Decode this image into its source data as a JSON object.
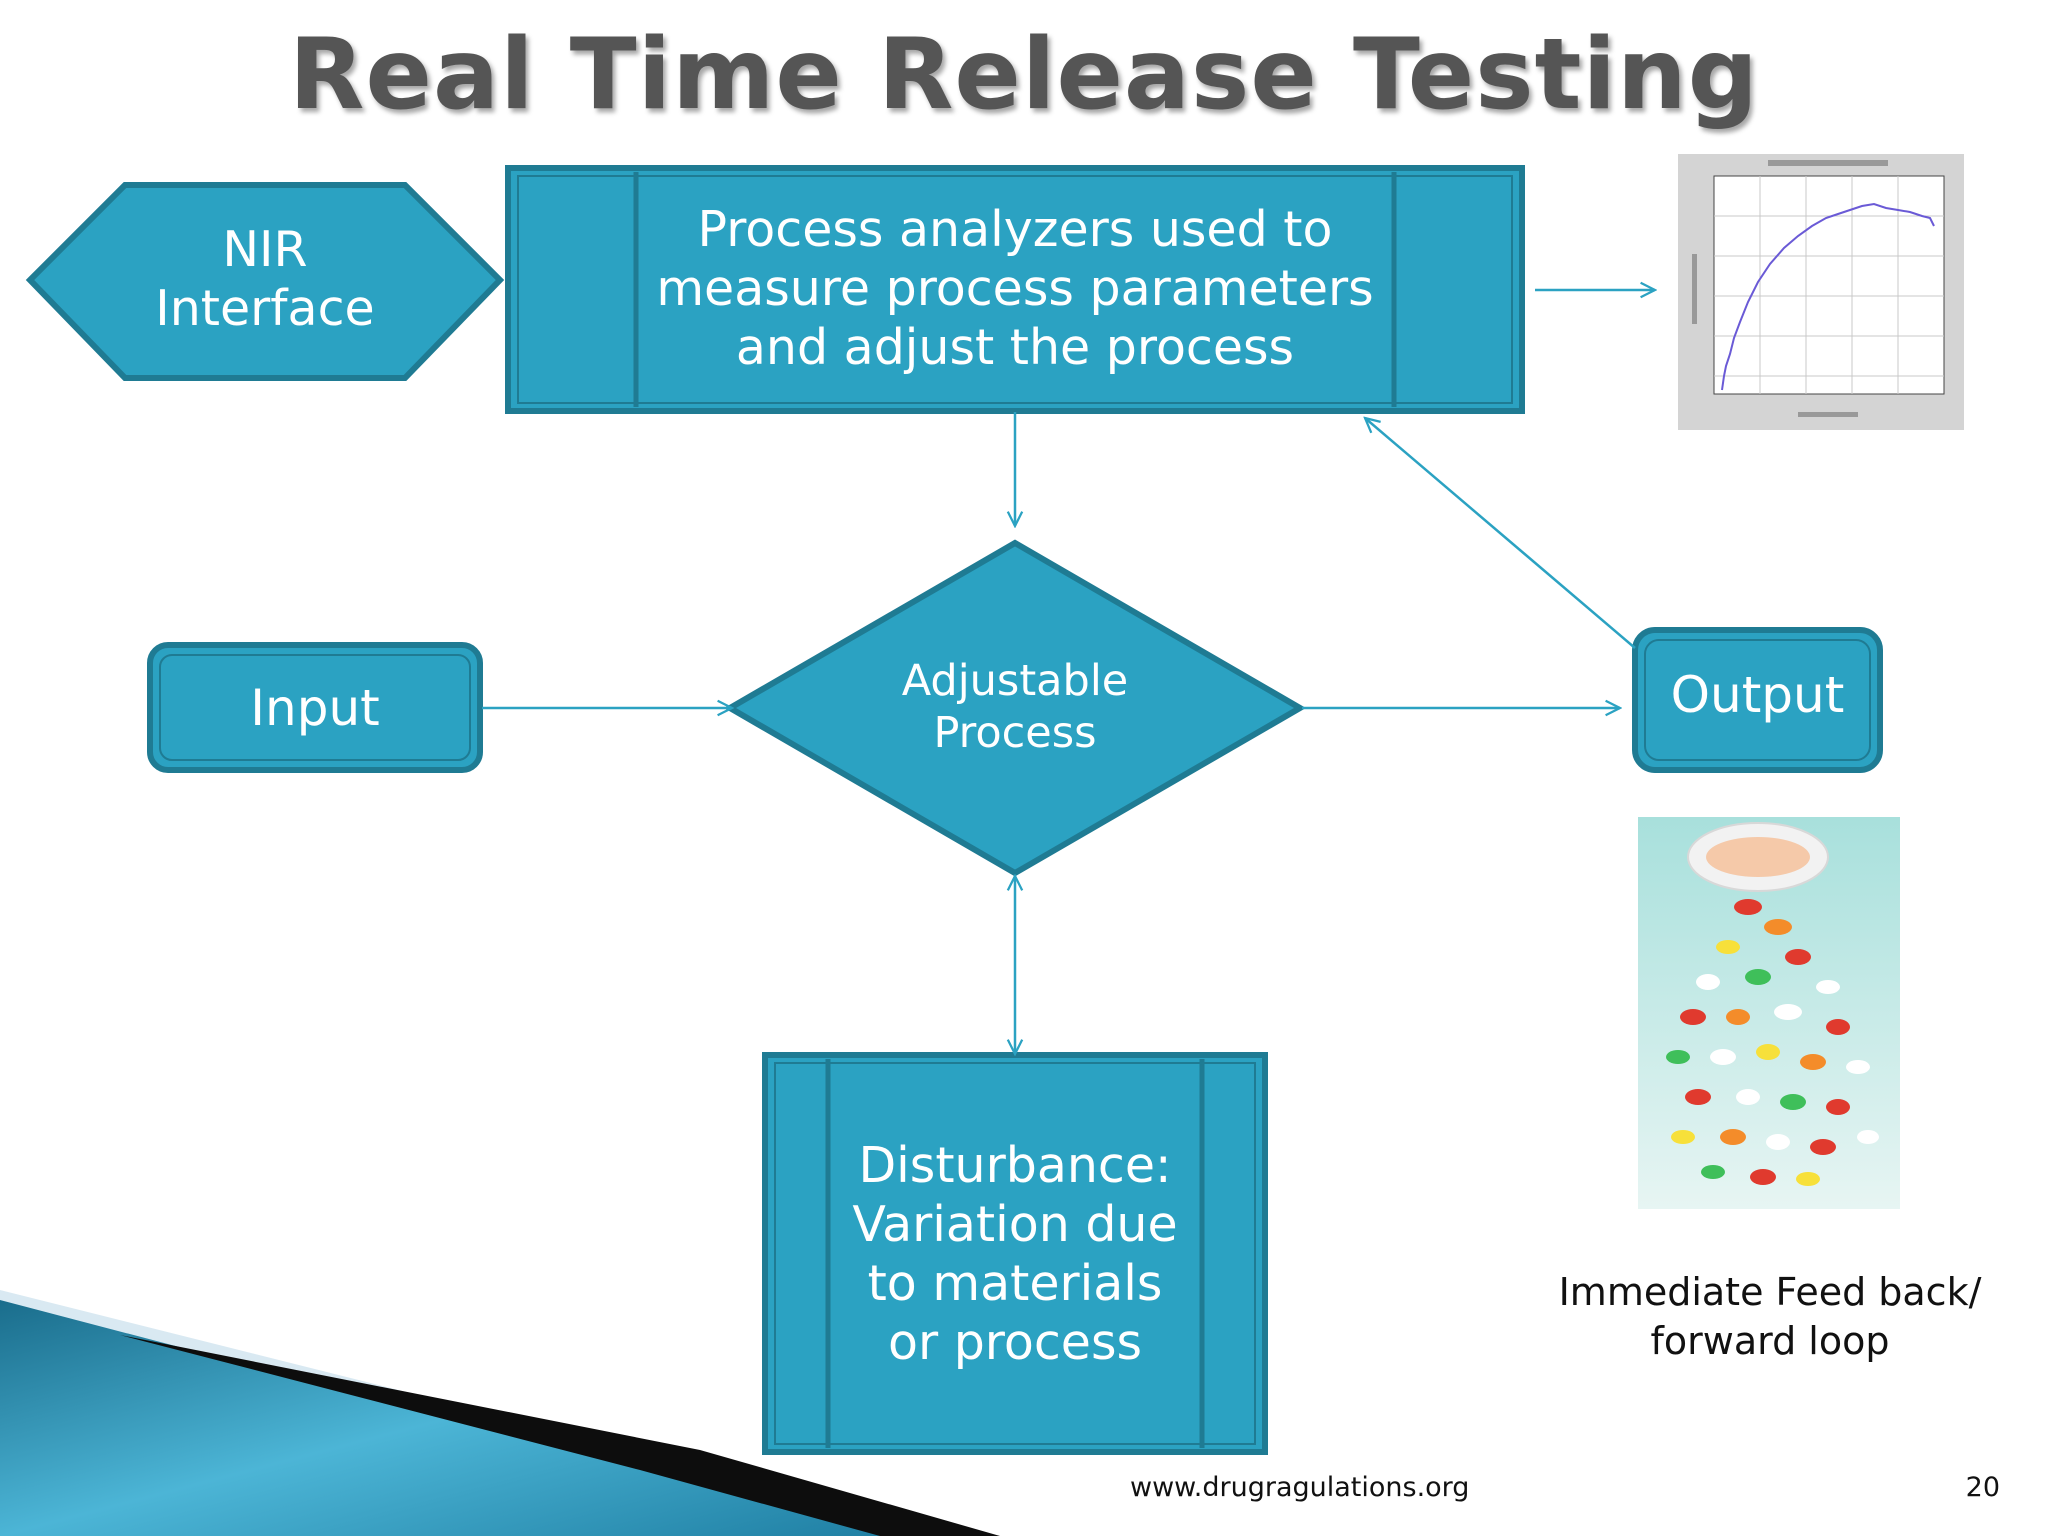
{
  "title": "Real Time Release Testing",
  "nodes": {
    "nir": "NIR\nInterface",
    "analyzers": "Process analyzers used to measure process parameters and adjust the process",
    "input": "Input",
    "adjustable": "Adjustable\nProcess",
    "output": "Output",
    "disturbance": "Disturbance: Variation due to materials or process"
  },
  "loop_caption": "Immediate Feed back/\nforward  loop",
  "footer": {
    "website": "www.drugragulations.org",
    "page_number": "20"
  },
  "colors": {
    "node_fill": "#2ba2c2",
    "node_border": "#1f7b93",
    "title": "#555555"
  }
}
